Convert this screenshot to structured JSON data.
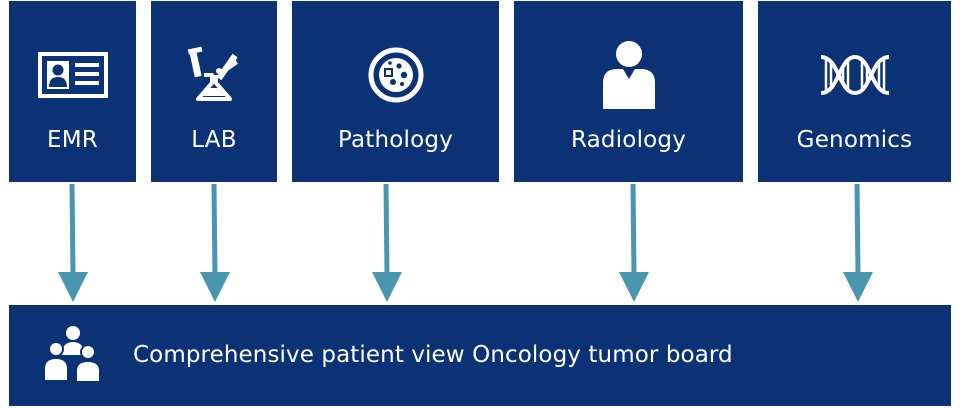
{
  "sources": [
    {
      "id": "emr",
      "label": "EMR",
      "icon": "id-card-icon"
    },
    {
      "id": "lab",
      "label": "LAB",
      "icon": "lab-flask-icon"
    },
    {
      "id": "pathology",
      "label": "Pathology",
      "icon": "petri-dish-icon"
    },
    {
      "id": "radiology",
      "label": "Radiology",
      "icon": "person-icon"
    },
    {
      "id": "genomics",
      "label": "Genomics",
      "icon": "dna-icon"
    }
  ],
  "target": {
    "label": "Comprehensive patient view Oncology tumor board",
    "icon": "group-people-icon"
  },
  "colors": {
    "box": "#0b3274",
    "arrow": "#4a95b0",
    "text": "#ffffff"
  }
}
